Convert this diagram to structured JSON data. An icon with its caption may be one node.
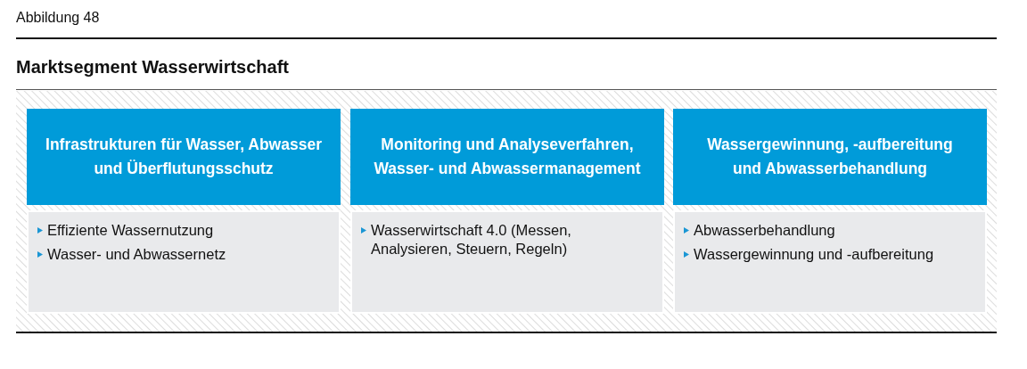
{
  "diagram": {
    "title": "Marktsegment Wasserwirtschaft",
    "nodes": [
      {
        "text": [
          "Infrastrukturen für Wasser, Abwasser und Überflutungsschutz"
        ]
      },
      {
        "text": [
          "Monitoring und Analyseverfahren, Wasser- und Abwassermanagement"
        ]
      },
      {
        "text": [
          "Wassergewinnung, -aufbereitung und Abwasserbehandlung"
        ]
      },
      {
        "text": [
          "Effiziente Wassernutzung",
          "Wasser- und Abwassernetz"
        ]
      },
      {
        "text": [
          "Wasserwirtschaft 4.0 (Messen, Analysieren, Steuern, Regeln)"
        ]
      },
      {
        "text": [
          "Abwasserbehandlung",
          "Wassergewinnung und -aufbereitung"
        ]
      }
    ],
    "labels": [
      "Abbildung 48"
    ]
  }
}
